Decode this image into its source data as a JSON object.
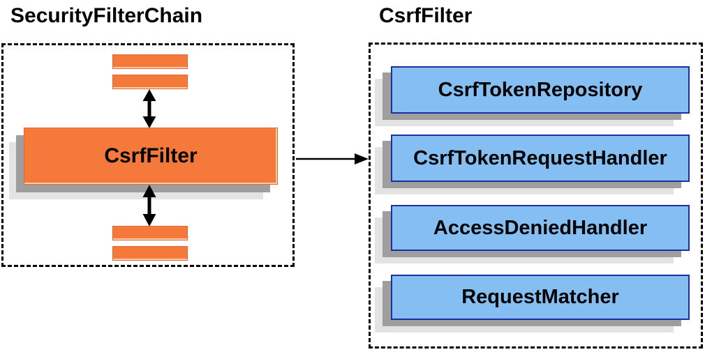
{
  "left_panel": {
    "title": "SecurityFilterChain",
    "csrf_filter_box": {
      "label": "CsrfFilter"
    }
  },
  "right_panel": {
    "title": "CsrfFilter",
    "boxes": [
      {
        "label": "CsrfTokenRepository"
      },
      {
        "label": "CsrfTokenRequestHandler"
      },
      {
        "label": "AccessDeniedHandler"
      },
      {
        "label": "RequestMatcher"
      }
    ]
  },
  "icons": {
    "vertical_flow": "double-arrow-icon",
    "panel_link": "arrow-right-icon"
  },
  "colors": {
    "orange_fill": "#F4793B",
    "orange_border": "#E4672B",
    "blue_fill": "#85BEF2",
    "blue_border": "#1D2F9E",
    "shadow_dark": "#9E9E9E",
    "shadow_light": "#E3E3E3",
    "arrow_black": "#000000",
    "title_text": "#000000"
  }
}
